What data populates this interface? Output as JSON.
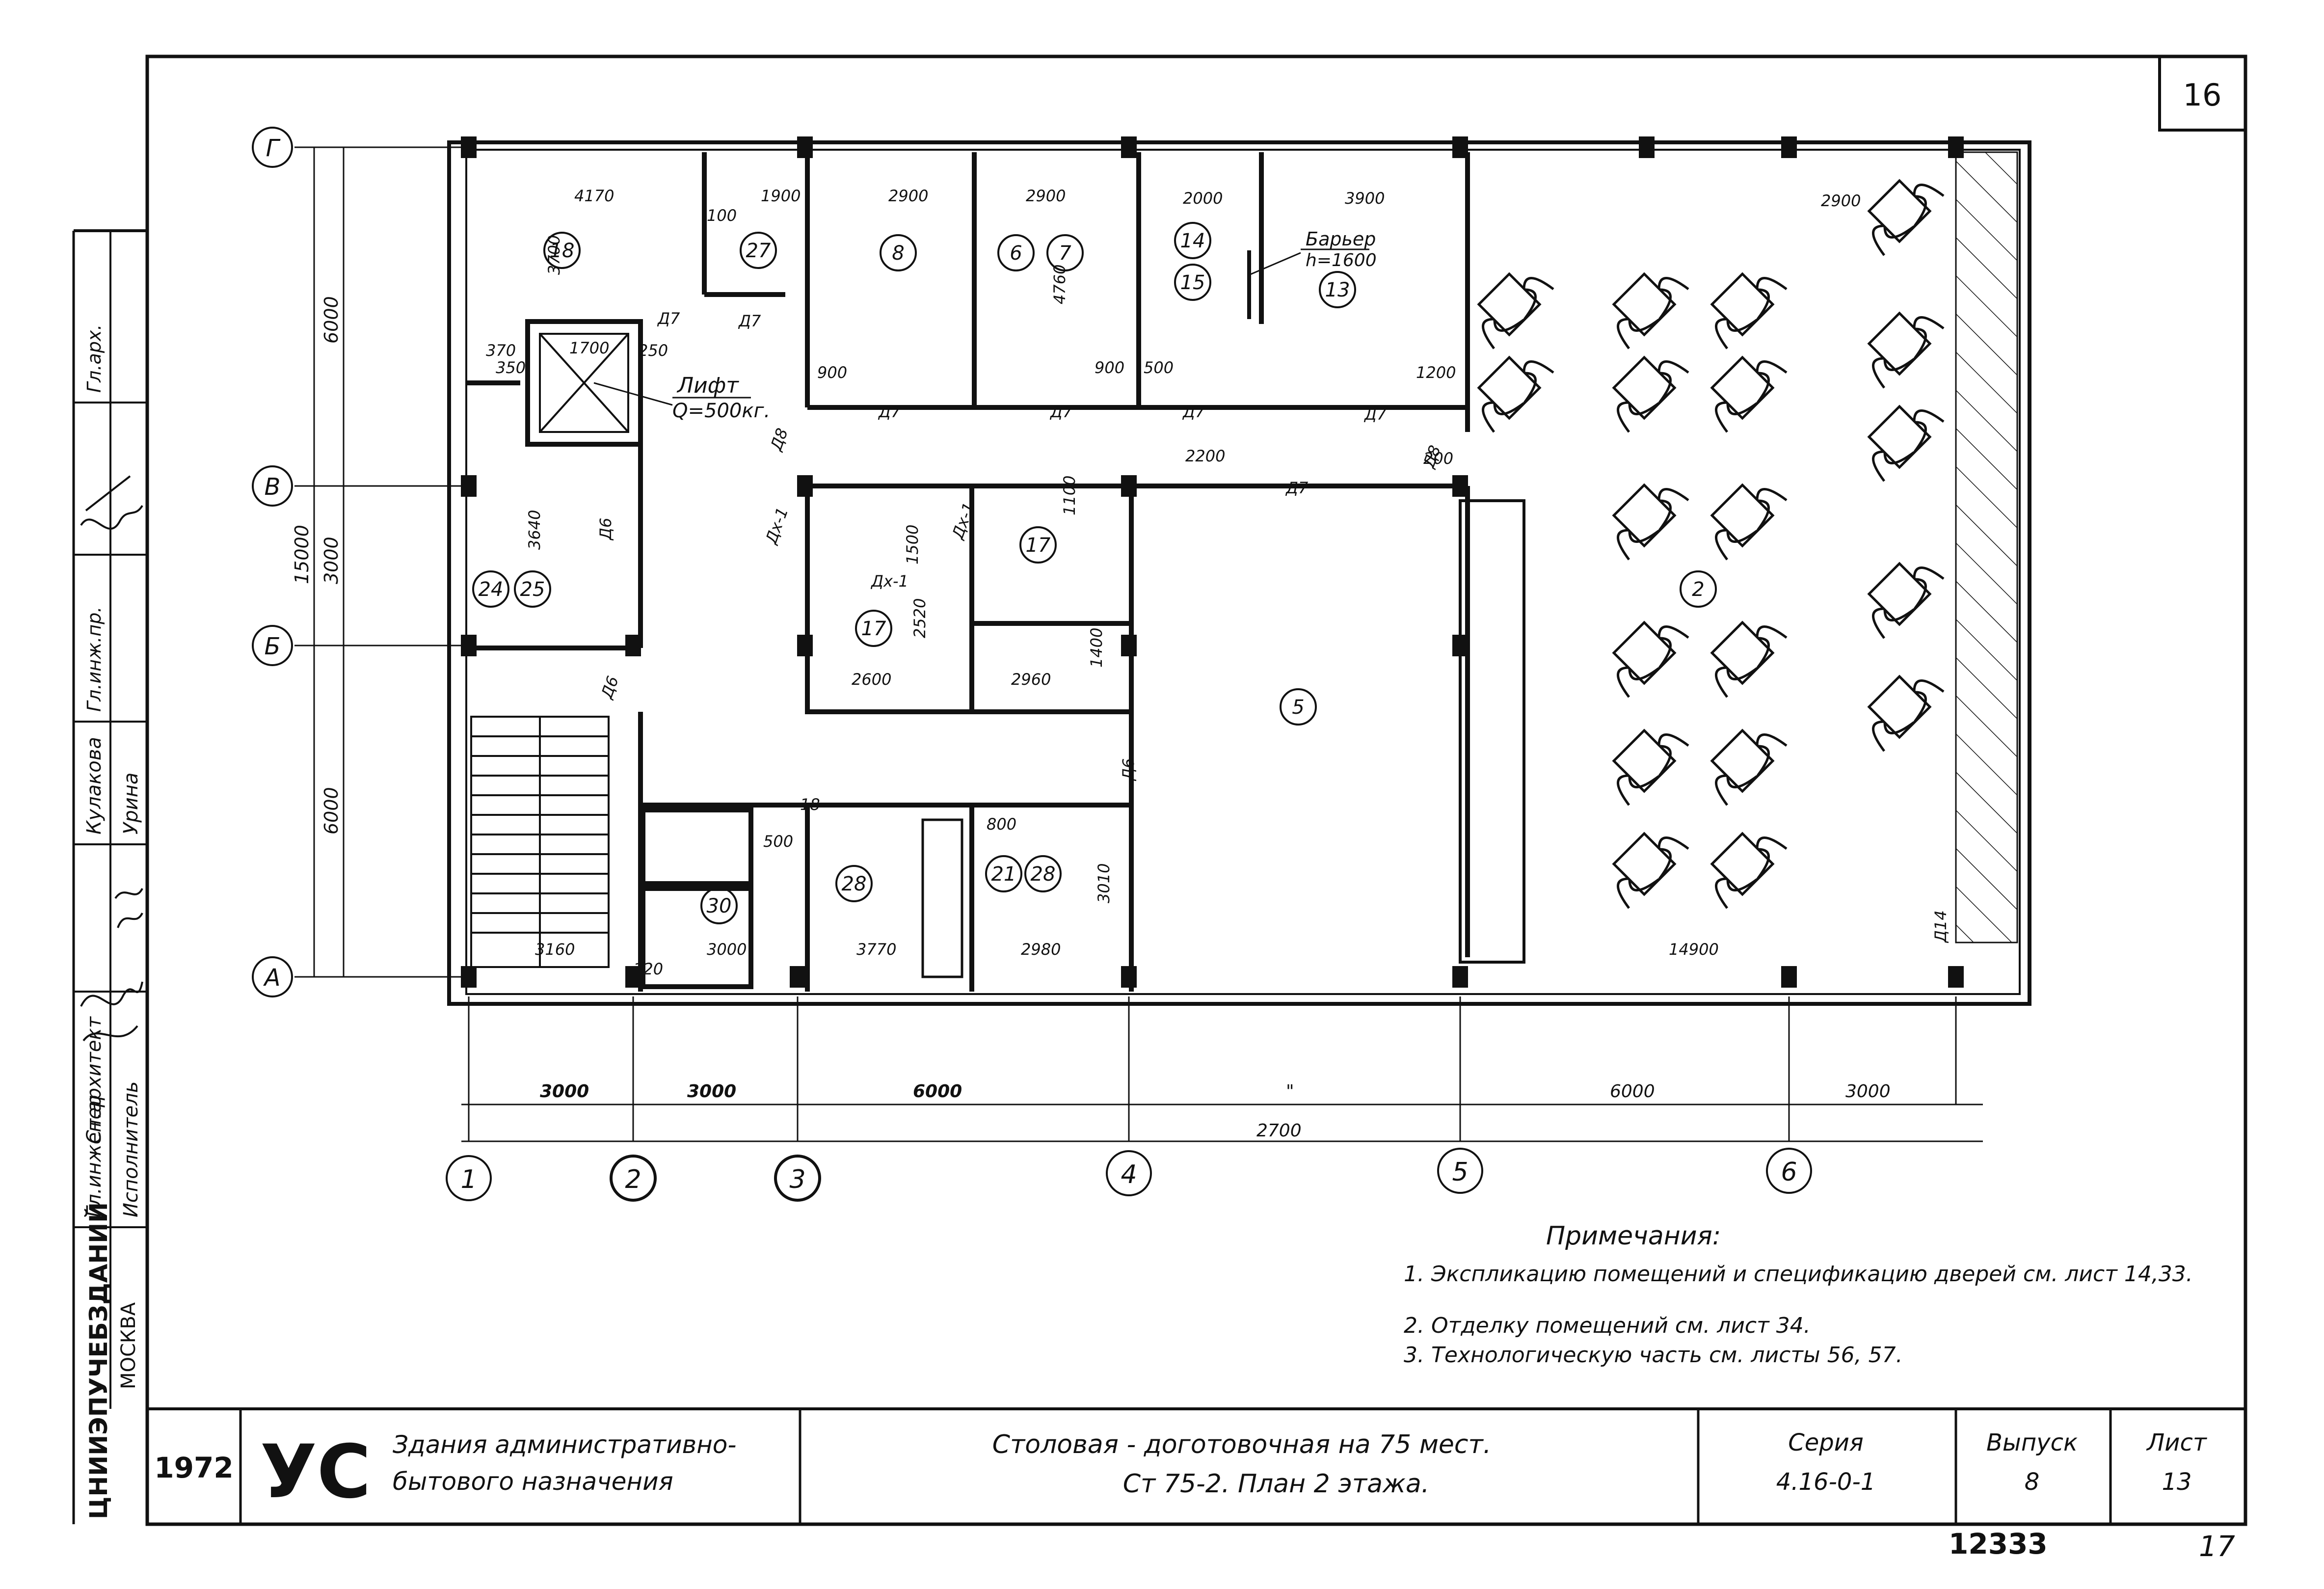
{
  "sheet_number_top": "16",
  "bottom_number_left": "12333",
  "bottom_number_right": "17",
  "grid_axes_rows": [
    "Г",
    "В",
    "Б",
    "А"
  ],
  "grid_axes_cols": [
    "1",
    "2",
    "3",
    "4",
    "5",
    "6"
  ],
  "row_dimensions": {
    "total": "15000",
    "r1": "6000",
    "r2": "3000",
    "r3": "6000"
  },
  "bottom_dimensions": {
    "spans": [
      "3000",
      "3000",
      "6000",
      "\"",
      "6000",
      "3000"
    ],
    "total": "2700"
  },
  "room_numbers": [
    "18",
    "27",
    "8",
    "6",
    "7",
    "14",
    "15",
    "13",
    "24",
    "25",
    "17",
    "17",
    "2",
    "5",
    "28",
    "21",
    "28",
    "30"
  ],
  "plan_labels": {
    "lift_title": "Лифт",
    "lift_capacity": "Q=500кг.",
    "barrier_title": "Барьер",
    "barrier_height": "h=1600"
  },
  "plan_dimensions": [
    "4170",
    "1900",
    "2900",
    "2900",
    "2000",
    "3900",
    "2900",
    "1700",
    "900",
    "900",
    "500",
    "1200",
    "2200",
    "200",
    "2600",
    "2960",
    "3160",
    "3000",
    "3770",
    "2980",
    "14900",
    "3700",
    "3640",
    "2520",
    "3010",
    "4760",
    "1100",
    "1400",
    "1500",
    "120",
    "100",
    "370",
    "350",
    "250",
    "800",
    "500"
  ],
  "door_labels": [
    "Д7",
    "Д7",
    "Д7",
    "Д7",
    "Д7",
    "Д7",
    "Д7",
    "Д8",
    "Д8",
    "Д6",
    "Д6",
    "Д6",
    "Дх-1",
    "Дх-1",
    "Дх-1",
    "Д14",
    "18"
  ],
  "notes": {
    "title": "Примечания:",
    "items": [
      "1. Экспликацию помещений и спецификацию дверей см. лист 14,33.",
      "2. Отделку помещений см. лист 34.",
      "3. Технологическую часть см. листы 56, 57."
    ]
  },
  "side_stamp": {
    "org": "ЦНИИЭПУЧЕБЗДАНИЙ",
    "city": "МОСКВА",
    "rows": [
      "Гл.инженер",
      "Ст.архитект",
      "Исполнитель",
      "Кулакова",
      "Урина",
      "Гл.инж.пр.",
      "Гл.арх."
    ]
  },
  "title_block": {
    "year": "1972",
    "code": "УС",
    "category_line1": "Здания административно-",
    "category_line2": "бытового назначения",
    "title_line1": "Столовая - доготовочная на 75 мест.",
    "title_line2": "Ст 75-2. План 2 этажа.",
    "series_label": "Серия",
    "series_value": "4.16-0-1",
    "issue_label": "Выпуск",
    "issue_value": "8",
    "sheet_label": "Лист",
    "sheet_value": "13"
  }
}
